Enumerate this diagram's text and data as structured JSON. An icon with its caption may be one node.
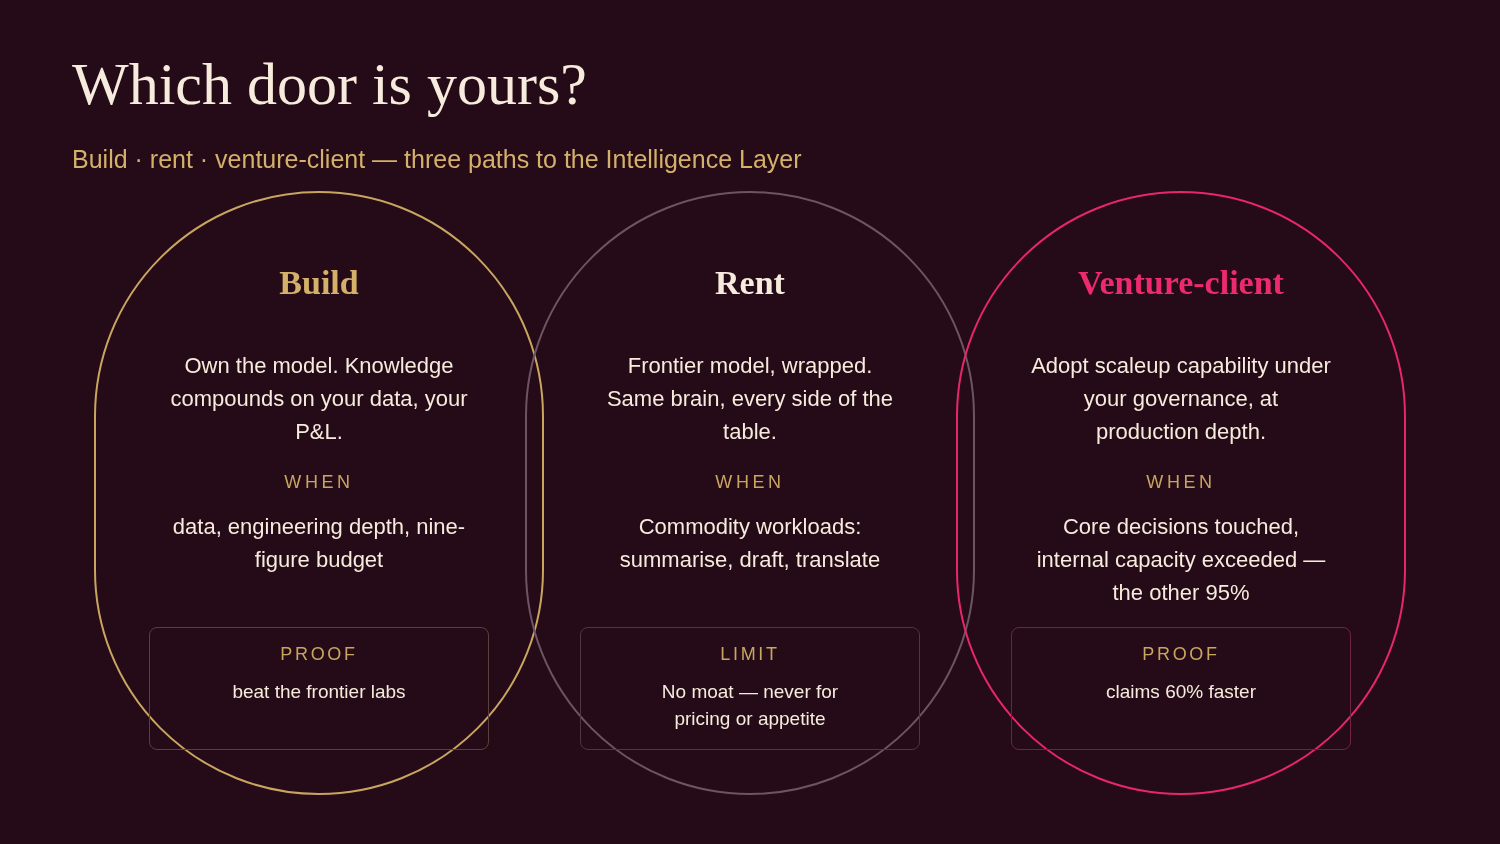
{
  "diagram": {
    "title": "Which door is yours?",
    "nodes": [
      {
        "text": [
          "Build",
          "Own the model. Knowledge compounds on your data, your P&L.",
          "WHEN",
          "data, engineering depth, nine-figure budget"
        ]
      },
      {
        "text": [
          "PROOF",
          "beat the frontier labs"
        ],
        "in": 0
      },
      {
        "text": [
          "Rent",
          "Frontier model, wrapped. Same brain, every side of the table.",
          "WHEN",
          "Commodity workloads: summarise, draft, translate"
        ]
      },
      {
        "text": [
          "LIMIT",
          "No moat — never for pricing or appetite"
        ],
        "in": 2
      },
      {
        "text": [
          "Venture-client",
          "Adopt scaleup capability under your governance, at production depth.",
          "WHEN",
          "Core decisions touched, internal capacity exceeded — the other 95%"
        ]
      },
      {
        "text": [
          "PROOF",
          "claims 60% faster"
        ],
        "in": 4
      }
    ],
    "labels": [
      "Build · rent · venture-client — three paths to the Intelligence Layer"
    ]
  }
}
